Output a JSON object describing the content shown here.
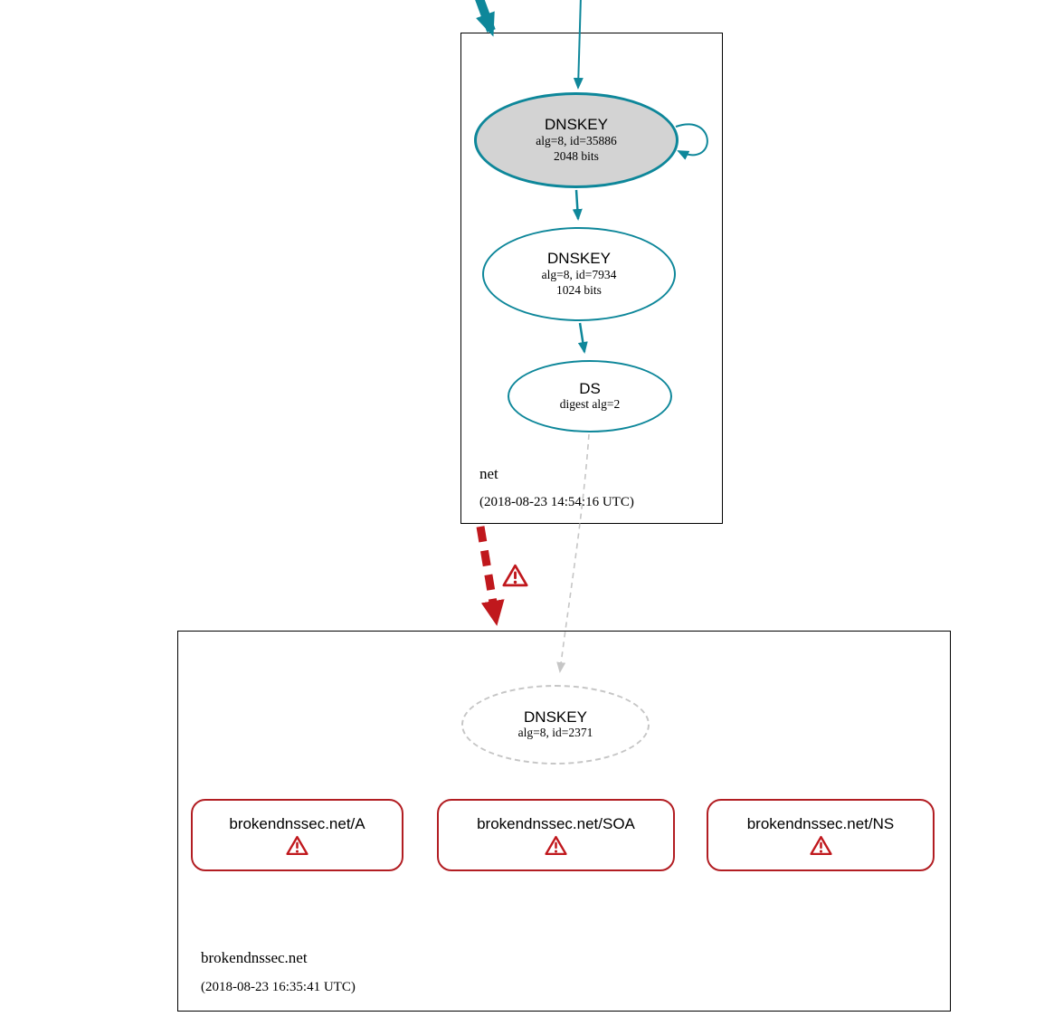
{
  "colors": {
    "teal": "#0e879a",
    "error_red": "#b21d22",
    "warn_red": "#c0181d",
    "gray": "#c6c6c6",
    "ksk_fill": "#d3d3d3"
  },
  "net_zone": {
    "name": "net",
    "timestamp": "(2018-08-23 14:54:16 UTC)",
    "ksk": {
      "title": "DNSKEY",
      "meta": "alg=8, id=35886",
      "bits": "2048 bits"
    },
    "zsk": {
      "title": "DNSKEY",
      "meta": "alg=8, id=7934",
      "bits": "1024 bits"
    },
    "ds": {
      "title": "DS",
      "meta": "digest alg=2"
    }
  },
  "broken_zone": {
    "name": "brokendnssec.net",
    "timestamp": "(2018-08-23 16:35:41 UTC)",
    "dnskey": {
      "title": "DNSKEY",
      "meta": "alg=8, id=2371"
    },
    "rrsets": {
      "a": {
        "label": "brokendnssec.net/A"
      },
      "soa": {
        "label": "brokendnssec.net/SOA"
      },
      "ns": {
        "label": "brokendnssec.net/NS"
      }
    }
  }
}
